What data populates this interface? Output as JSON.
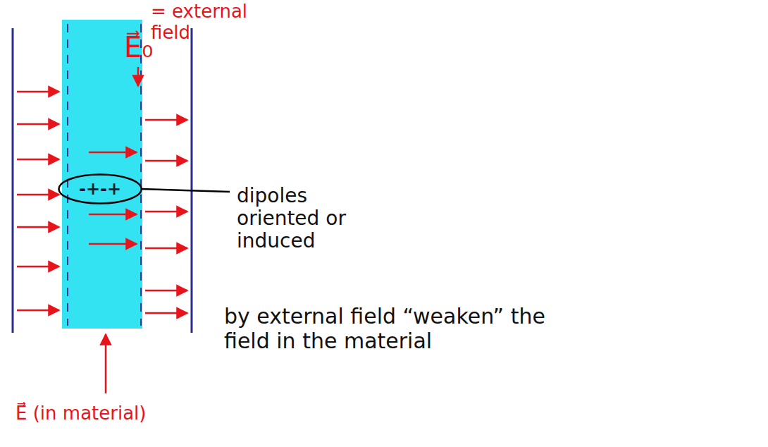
{
  "diagram": {
    "nodes": [
      {
        "text": [
          "-+-+"
        ]
      }
    ],
    "labels": [
      "E⃗₀",
      "= external field",
      "dipoles oriented or induced",
      "by external field “weaken” the field in the material",
      "E⃗ (in material)"
    ]
  }
}
